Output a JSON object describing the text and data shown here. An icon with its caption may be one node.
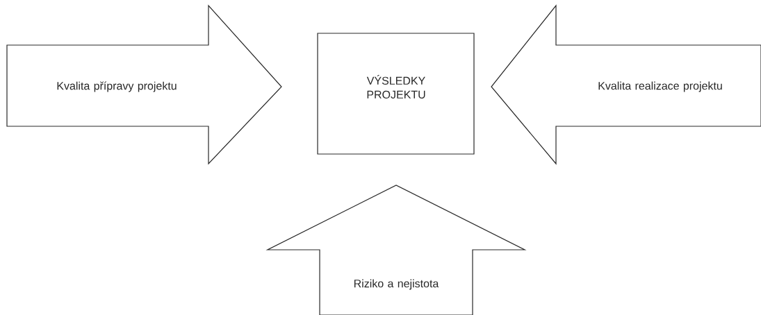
{
  "diagram": {
    "nodes": [
      {
        "text": [
          "Kvalita přípravy projektu"
        ]
      },
      {
        "text": [
          "VÝSLEDKY PROJEKTU"
        ]
      },
      {
        "text": [
          "Kvalita realizace projektu"
        ]
      },
      {
        "text": [
          "Riziko a nejistota"
        ]
      }
    ]
  }
}
